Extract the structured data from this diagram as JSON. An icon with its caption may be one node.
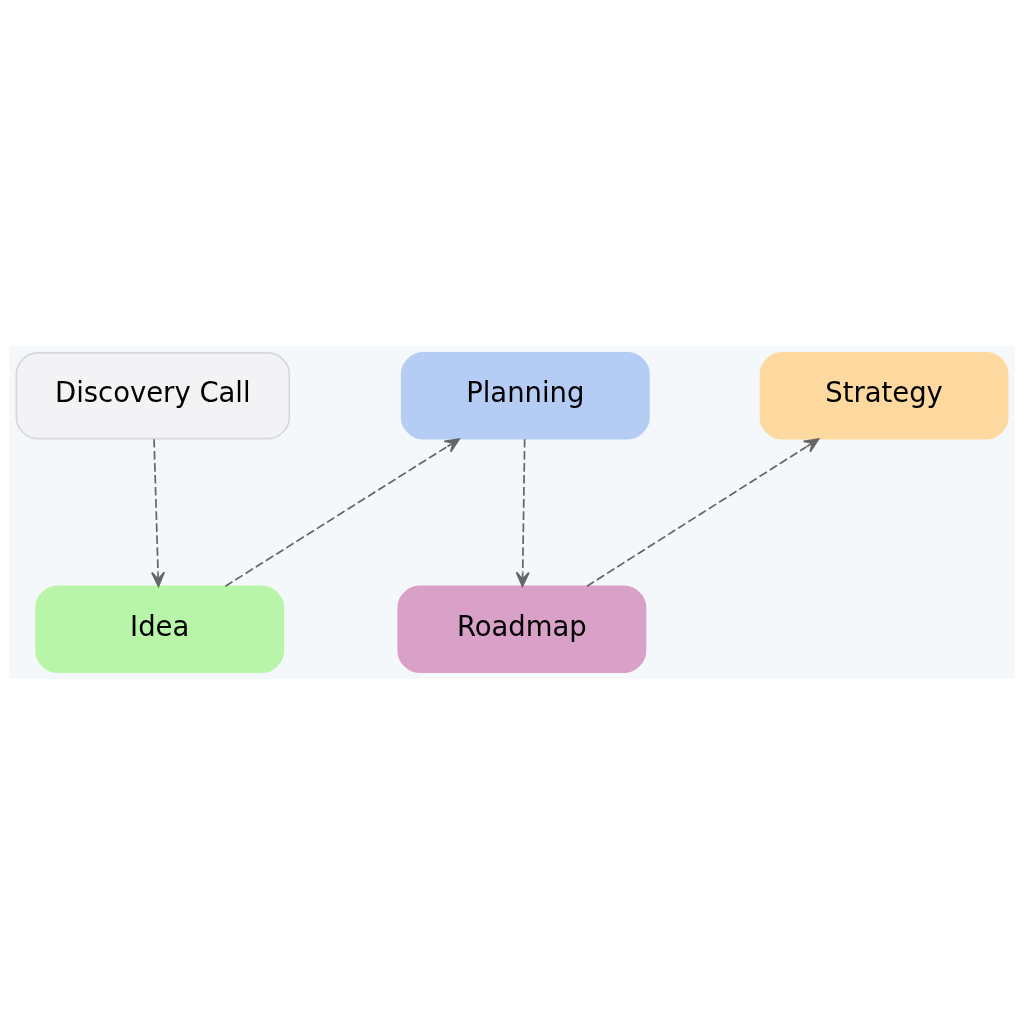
{
  "diagram": {
    "nodes": [
      {
        "text": [
          "Discovery Call"
        ]
      },
      {
        "text": [
          "Idea"
        ]
      },
      {
        "text": [
          "Planning"
        ]
      },
      {
        "text": [
          "Roadmap"
        ]
      },
      {
        "text": [
          "Strategy"
        ]
      }
    ],
    "edges": [
      {
        "from": 0,
        "to": 1,
        "arrow": "to",
        "style": "dashed"
      },
      {
        "from": 1,
        "to": 2,
        "arrow": "to",
        "style": "dashed"
      },
      {
        "from": 2,
        "to": 3,
        "arrow": "to",
        "style": "dashed"
      },
      {
        "from": 3,
        "to": 4,
        "arrow": "to",
        "style": "dashed"
      }
    ]
  }
}
